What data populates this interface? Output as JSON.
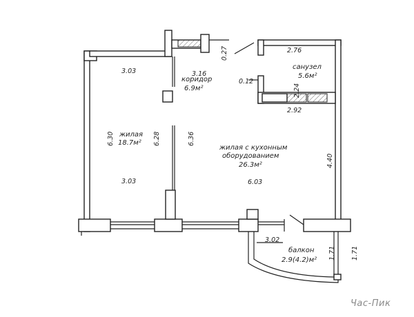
{
  "rooms": {
    "corridor": {
      "name": "коридор",
      "area": "6.9м²"
    },
    "living": {
      "name": "жилая",
      "area": "18.7м²"
    },
    "kitchen_living": {
      "name_line1": "жилая с кухонным",
      "name_line2": "оборудованием",
      "area": "26.3м²"
    },
    "bathroom": {
      "name": "санузел",
      "area": "5.6м²"
    },
    "balcony": {
      "name": "балкон",
      "area": "2.9(4.2)м²"
    }
  },
  "dimensions": {
    "living_top": "3.03",
    "living_bottom": "3.03",
    "living_left": "6.30",
    "living_right": "6.28",
    "corridor_width": "3.16",
    "corridor_wall": "0.27",
    "kitchen_left": "6.36",
    "kitchen_right": "4.40",
    "kitchen_bottom": "6.03",
    "bath_top": "2.76",
    "bath_bottom": "2.92",
    "bath_side": "2.24",
    "bath_offset": "0.12",
    "balcony_width": "3.02",
    "balcony_side_a": "1.71",
    "balcony_side_b": "1.71"
  },
  "watermark": "Час-Пик"
}
